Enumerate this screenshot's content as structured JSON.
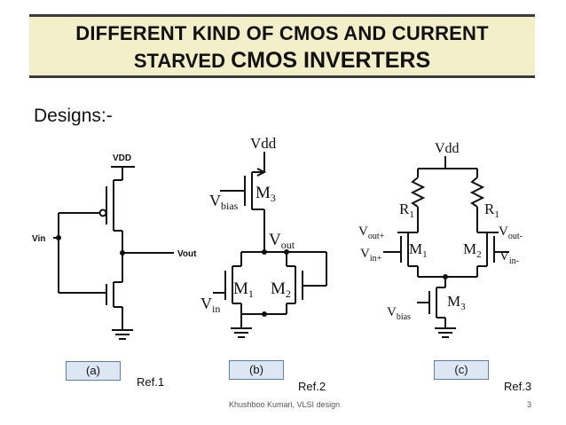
{
  "slide": {
    "title_line1": "DIFFERENT KIND OF CMOS AND CURRENT",
    "title_line2a": "STARVED",
    "title_line2b": "CMOS INVERTERS",
    "subtitle": "Designs:-"
  },
  "circuit_a": {
    "vdd": "VDD",
    "vin": "Vin",
    "vout": "Vout",
    "label": "(a)",
    "ref": "Ref.1"
  },
  "circuit_b": {
    "vdd": "Vdd",
    "m3": "M",
    "m3_sub": "3",
    "vbias": "V",
    "vbias_sub": "bias",
    "vout": "V",
    "vout_sub": "out",
    "m1": "M",
    "m1_sub": "1",
    "m2": "M",
    "m2_sub": "2",
    "vin": "V",
    "vin_sub": "in",
    "label": "(b)",
    "ref": "Ref.2"
  },
  "circuit_c": {
    "vdd": "Vdd",
    "r1l": "R",
    "r1l_sub": "1",
    "r1r": "R",
    "r1r_sub": "1",
    "voutp": "V",
    "voutp_sub": "out+",
    "voutm": "V",
    "voutm_sub": "out-",
    "vinp": "V",
    "vinp_sub": "in+",
    "vinm": "V",
    "vinm_sub": "in-",
    "m1": "M",
    "m1_sub": "1",
    "m2": "M",
    "m2_sub": "2",
    "m3": "M",
    "m3_sub": "3",
    "vbias": "V",
    "vbias_sub": "bias",
    "label": "(c)",
    "ref": "Ref.3"
  },
  "footer": {
    "author": "Khushboo Kumari, VLSI design",
    "page": "3"
  },
  "colors": {
    "title_bg": "#f3efc9",
    "label_bg": "#dde7f3",
    "label_border": "#5b7fae"
  }
}
